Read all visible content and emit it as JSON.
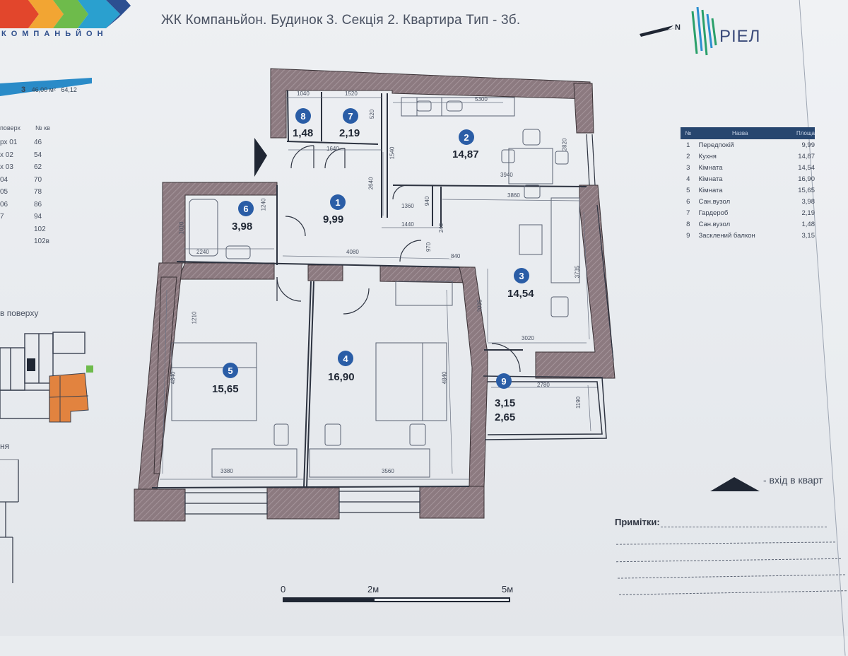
{
  "header": {
    "logo_text": "КОМПАНЬЙОН",
    "title": "ЖК Компаньйон. Будинок 3. Секція 2. Квартира Тип - 3б.",
    "north": "N",
    "brand": "PIEЛ"
  },
  "left_panel": {
    "tab_num": "3",
    "tab_area_total": "46,00 м²",
    "tab_area_2": "64,12",
    "col_floor": "поверх",
    "col_num": "№ кв",
    "rows": [
      {
        "floor": "рх 01",
        "num": "46"
      },
      {
        "floor": "х 02",
        "num": "54"
      },
      {
        "floor": "х 03",
        "num": "62"
      },
      {
        "floor": "04",
        "num": "70"
      },
      {
        "floor": "05",
        "num": "78"
      },
      {
        "floor": "06",
        "num": "86"
      },
      {
        "floor": "7",
        "num": "94"
      },
      {
        "floor": "",
        "num": "102"
      },
      {
        "floor": "",
        "num": "102в"
      }
    ],
    "label_floor": "в поверху",
    "label_cut": "ня"
  },
  "legend": {
    "headers": [
      "№",
      "Назва",
      "Площа"
    ],
    "rows": [
      {
        "n": "1",
        "name": "Передпокій",
        "area": "9,99"
      },
      {
        "n": "2",
        "name": "Кухня",
        "area": "14,87"
      },
      {
        "n": "3",
        "name": "Кімната",
        "area": "14,54"
      },
      {
        "n": "4",
        "name": "Кімната",
        "area": "16,90"
      },
      {
        "n": "5",
        "name": "Кімната",
        "area": "15,65"
      },
      {
        "n": "6",
        "name": "Сан.вузол",
        "area": "3,98"
      },
      {
        "n": "7",
        "name": "Гардероб",
        "area": "2,19"
      },
      {
        "n": "8",
        "name": "Сан.вузол",
        "area": "1,48"
      },
      {
        "n": "9",
        "name": "Засклений балкон",
        "area": "3,15"
      }
    ]
  },
  "rooms": [
    {
      "n": "8",
      "area": "1,48"
    },
    {
      "n": "7",
      "area": "2,19"
    },
    {
      "n": "2",
      "area": "14,87"
    },
    {
      "n": "1",
      "area": "9,99"
    },
    {
      "n": "6",
      "area": "3,98"
    },
    {
      "n": "3",
      "area": "14,54"
    },
    {
      "n": "5",
      "area": "15,65"
    },
    {
      "n": "4",
      "area": "16,90"
    },
    {
      "n": "9",
      "area": "3,15",
      "area2": "2,65"
    }
  ],
  "dims": {
    "d1040": "1040",
    "d1520": "1520",
    "d5300": "5300",
    "d1640": "1640",
    "d2820": "2820",
    "d1540": "1540",
    "d3940": "3940",
    "d3860": "3860",
    "d1360": "1360",
    "d1440": "1440",
    "d4080": "4080",
    "d840": "840",
    "d2240": "2240",
    "d3020": "3020",
    "d2780": "2780",
    "d3380": "3380",
    "d3560": "3560",
    "d4840": "4840",
    "d3735": "3735",
    "d2095": "2095",
    "d1190": "1190",
    "d520": "520",
    "d2640": "2640",
    "d1240": "1240",
    "d940": "940",
    "d1210": "1210",
    "d4840b": "4840",
    "d970": "970",
    "d1010": "1010",
    "d240": "240"
  },
  "notes": {
    "entry": "- вхід в кварт",
    "label": "Примітки:"
  },
  "scale": {
    "s0": "0",
    "s2": "2м",
    "s5": "5м"
  },
  "colors": {
    "wall": "#8c7a80",
    "badge": "#2a5da6",
    "legend_head": "#27466f"
  }
}
